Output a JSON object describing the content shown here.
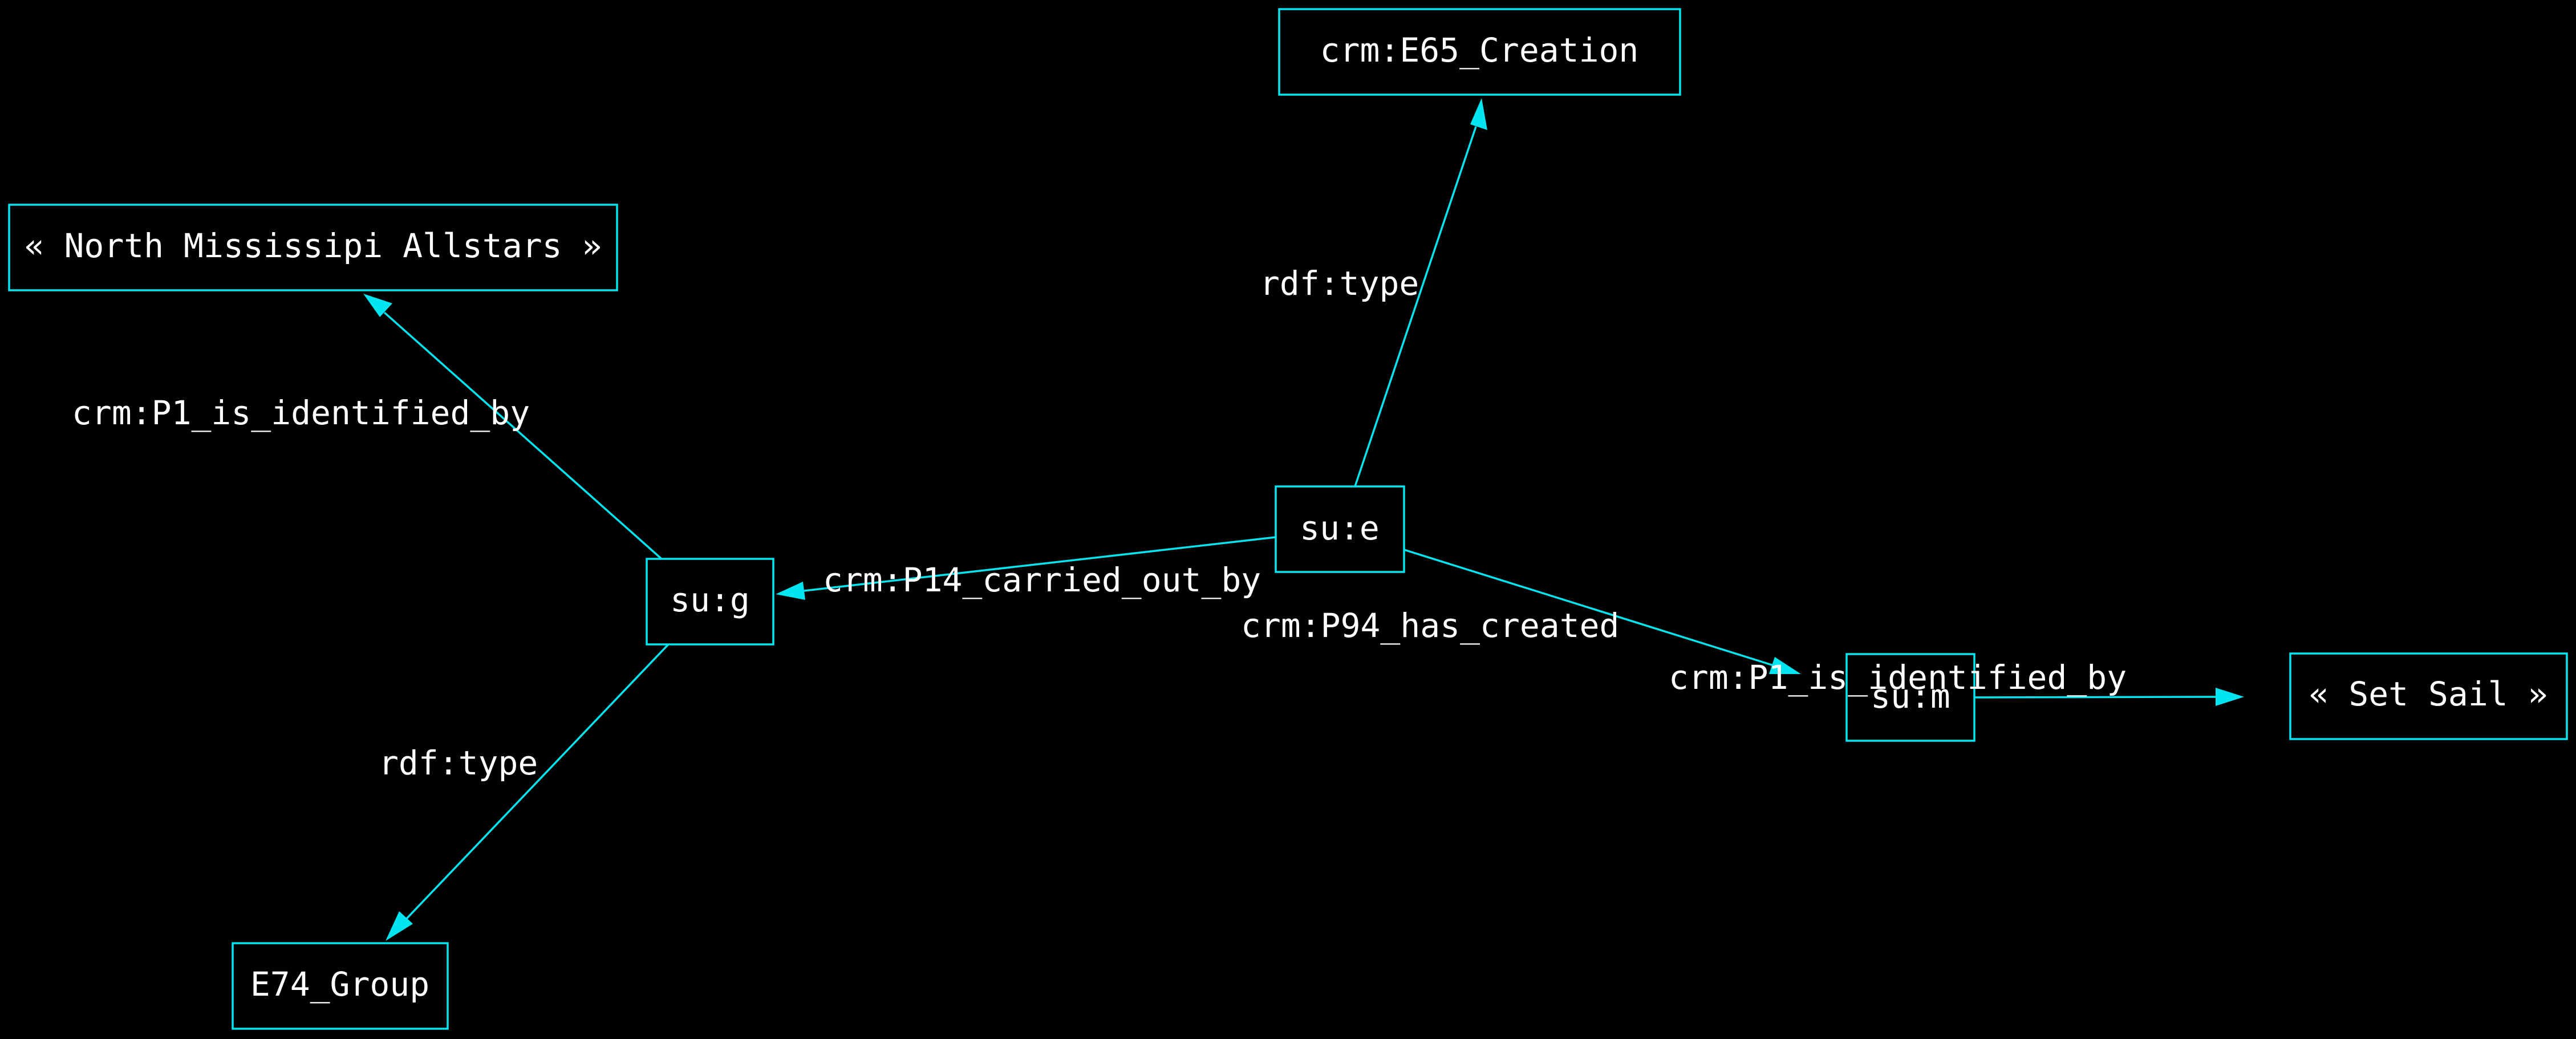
{
  "colors": {
    "background": "#000000",
    "stroke": "#00e5ef",
    "text": "#ffffff"
  },
  "nodes": {
    "creation": "crm:E65_Creation",
    "allstars": "« North Mississipi Allstars »",
    "e": "su:e",
    "g": "su:g",
    "m": "su:m",
    "setsail": "« Set Sail »",
    "group": "E74_Group"
  },
  "edges": {
    "e_creation": "rdf:type",
    "g_allstars": "crm:P1_is_identified_by",
    "e_g": "crm:P14_carried_out_by",
    "e_m": "crm:P94_has_created",
    "m_setsail": "crm:P1_is_identified_by",
    "g_group": "rdf:type"
  }
}
